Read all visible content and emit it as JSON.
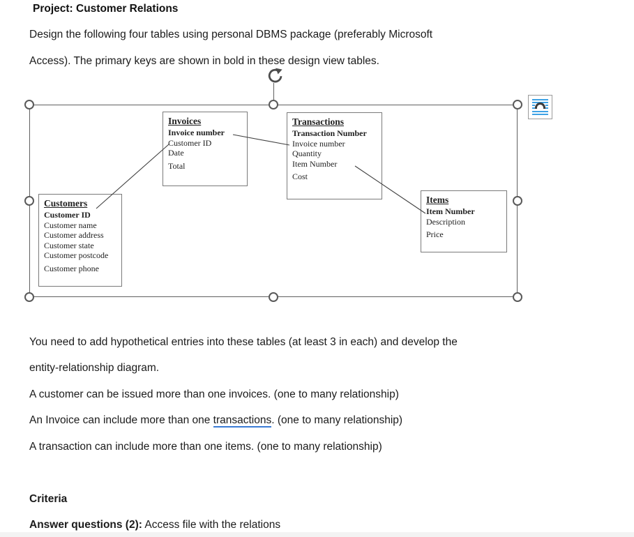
{
  "document": {
    "title": "Project: Customer Relations",
    "intro_line1": "Design the following four tables using personal DBMS package (preferably Microsoft",
    "intro_line2": "Access). The primary keys are shown in bold in these design view tables.",
    "body_line1": "You need to add hypothetical entries into these tables (at least 3 in each) and develop the",
    "body_line2": "entity-relationship diagram.",
    "rel1": "A customer can be issued more than one invoices. (one to many relationship)",
    "rel2_before": "An Invoice can include more than one ",
    "rel2_flagged_word": "transactions",
    "rel2_after": ". (one to many relationship)",
    "rel3": "A transaction can include more than one items. (one to many relationship)",
    "criteria_heading": "Criteria",
    "answer_bold": "Answer questions (2):",
    "answer_rest": " Access file with the relations"
  },
  "diagram": {
    "tables": [
      {
        "name": "Invoices",
        "fields": [
          {
            "label": "Invoice number",
            "pk": true
          },
          {
            "label": "Customer ID",
            "pk": false
          },
          {
            "label": "Date",
            "pk": false
          },
          {
            "label": "Total",
            "pk": false
          }
        ]
      },
      {
        "name": "Transactions",
        "fields": [
          {
            "label": "Transaction Number",
            "pk": true
          },
          {
            "label": "Invoice number",
            "pk": false
          },
          {
            "label": "Quantity",
            "pk": false
          },
          {
            "label": "Item Number",
            "pk": false
          },
          {
            "label": "Cost",
            "pk": false
          }
        ]
      },
      {
        "name": "Customers",
        "fields": [
          {
            "label": "Customer ID",
            "pk": true
          },
          {
            "label": "Customer name",
            "pk": false
          },
          {
            "label": "Customer address",
            "pk": false
          },
          {
            "label": "Customer state",
            "pk": false
          },
          {
            "label": "Customer postcode",
            "pk": false
          },
          {
            "label": "Customer phone",
            "pk": false
          }
        ]
      },
      {
        "name": "Items",
        "fields": [
          {
            "label": "Item Number",
            "pk": true
          },
          {
            "label": "Description",
            "pk": false
          },
          {
            "label": "Price",
            "pk": false
          }
        ]
      }
    ],
    "connections": [
      {
        "from": "Customers.Customer ID",
        "to": "Invoices.Customer ID"
      },
      {
        "from": "Invoices.Invoice number",
        "to": "Transactions.Invoice number"
      },
      {
        "from": "Transactions.Item Number",
        "to": "Items.Item Number"
      }
    ]
  },
  "icons": {
    "rotate_handle": "rotate-clockwise-arrow",
    "layout_options": "text-wrap-picture"
  },
  "colors": {
    "text": "#1b1b1b",
    "selection_gray": "#595959",
    "grammar_underline_blue": "#3a7bd5",
    "layout_icon_blue": "#3ea2e5",
    "layout_icon_arc": "#3c3c3c",
    "page_edge_strip": "#f3f3f3"
  }
}
